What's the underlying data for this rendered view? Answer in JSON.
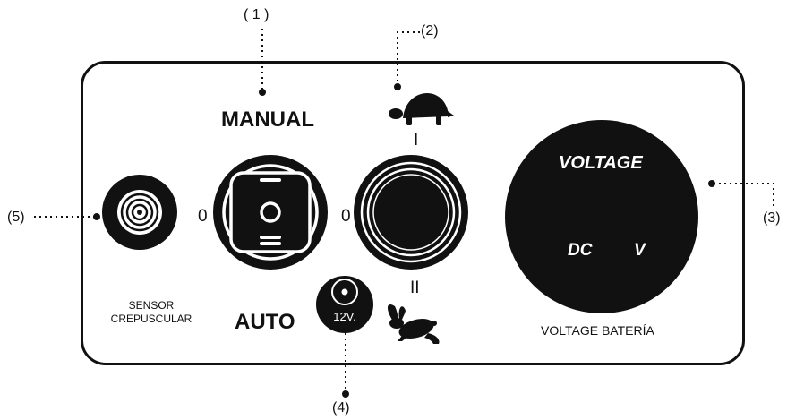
{
  "callouts": {
    "c1": "( 1 )",
    "c2": "(2)",
    "c3": "(3)",
    "c4": "(4)",
    "c5": "(5)"
  },
  "labels": {
    "manual": "MANUAL",
    "auto": "AUTO",
    "sensor_line1": "SENSOR",
    "sensor_line2": "CREPUSCULAR",
    "switch1_off": "0",
    "switch2_off": "0",
    "speed_slow": "I",
    "speed_fast": "II",
    "jack": "12V.",
    "voltmeter_title": "VOLTAGE",
    "voltmeter_dc": "DC",
    "voltmeter_v": "V",
    "voltmeter_caption": "VOLTAGE BATERÍA"
  },
  "icons": {
    "slow": "turtle-icon",
    "fast": "rabbit-icon"
  },
  "colors": {
    "ink": "#111111",
    "display_text": "#ffffff",
    "background": "#ffffff"
  }
}
